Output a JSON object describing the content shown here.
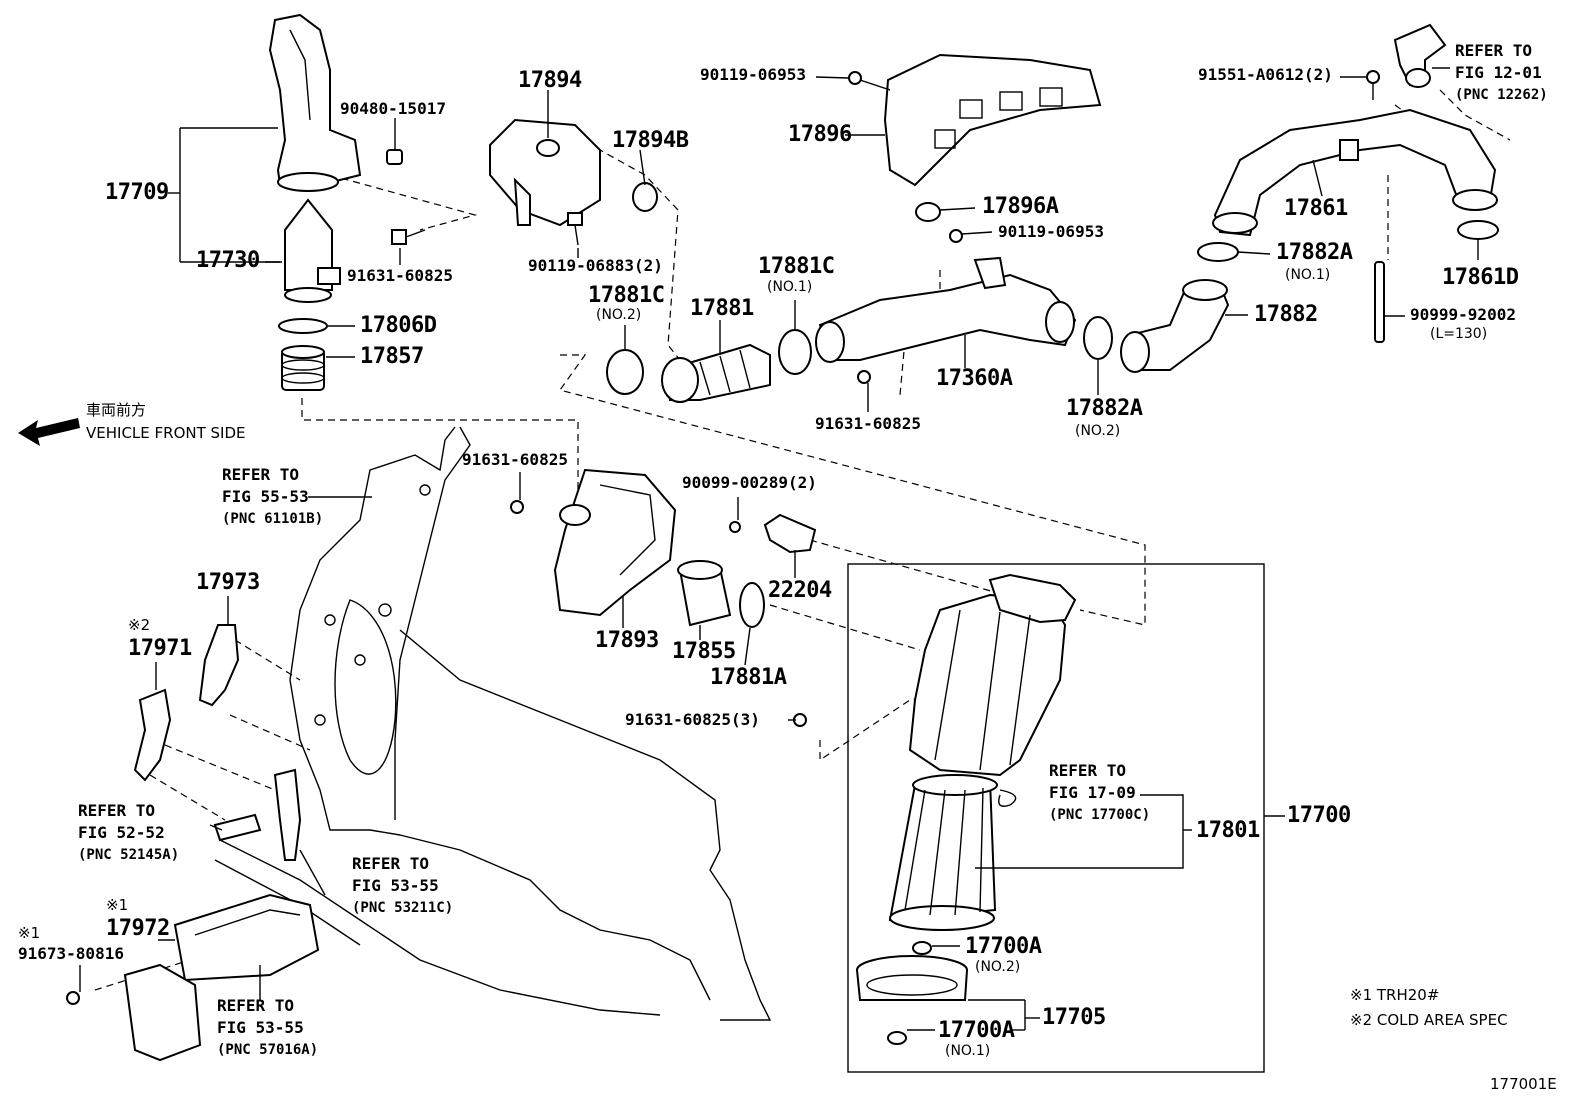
{
  "parts": [
    {
      "id": "p17709",
      "text": "17709"
    },
    {
      "id": "p17730",
      "text": "17730"
    },
    {
      "id": "p90480",
      "text": "90480-15017"
    },
    {
      "id": "p91631a",
      "text": "91631-60825"
    },
    {
      "id": "p17806D",
      "text": "17806D"
    },
    {
      "id": "p17857",
      "text": "17857"
    },
    {
      "id": "p17894",
      "text": "17894"
    },
    {
      "id": "p17894B",
      "text": "17894B"
    },
    {
      "id": "p90119a",
      "text": "90119-06883(2)"
    },
    {
      "id": "p90119b",
      "text": "90119-06953"
    },
    {
      "id": "p17896",
      "text": "17896"
    },
    {
      "id": "p17896A",
      "text": "17896A"
    },
    {
      "id": "p90119c",
      "text": "90119-06953"
    },
    {
      "id": "p91551",
      "text": "91551-A0612(2)"
    },
    {
      "id": "p17861",
      "text": "17861"
    },
    {
      "id": "p17861D",
      "text": "17861D"
    },
    {
      "id": "p17882A1",
      "text": "17882A"
    },
    {
      "id": "p17882",
      "text": "17882"
    },
    {
      "id": "p90999",
      "text": "90999-92002"
    },
    {
      "id": "p17881C1",
      "text": "17881C"
    },
    {
      "id": "p17881C2",
      "text": "17881C"
    },
    {
      "id": "p17881",
      "text": "17881"
    },
    {
      "id": "p17360A",
      "text": "17360A"
    },
    {
      "id": "p17882A2",
      "text": "17882A"
    },
    {
      "id": "p91631b",
      "text": "91631-60825"
    },
    {
      "id": "p91631c",
      "text": "91631-60825"
    },
    {
      "id": "p90099",
      "text": "90099-00289(2)"
    },
    {
      "id": "p22204",
      "text": "22204"
    },
    {
      "id": "p17893",
      "text": "17893"
    },
    {
      "id": "p17855",
      "text": "17855"
    },
    {
      "id": "p17881A",
      "text": "17881A"
    },
    {
      "id": "p91631d",
      "text": "91631-60825(3)"
    },
    {
      "id": "p17973",
      "text": "17973"
    },
    {
      "id": "p17971",
      "text": "17971"
    },
    {
      "id": "p17972",
      "text": "17972"
    },
    {
      "id": "p91673",
      "text": "91673-80816"
    },
    {
      "id": "p17801",
      "text": "17801"
    },
    {
      "id": "p17700",
      "text": "17700"
    },
    {
      "id": "p17700A1",
      "text": "17700A"
    },
    {
      "id": "p17705",
      "text": "17705"
    },
    {
      "id": "p17700A2",
      "text": "17700A"
    }
  ],
  "subs": [
    {
      "id": "s17881C1",
      "text": "(NO.1)"
    },
    {
      "id": "s17881C2",
      "text": "(NO.2)"
    },
    {
      "id": "s17882A1",
      "text": "(NO.1)"
    },
    {
      "id": "s17882A2",
      "text": "(NO.2)"
    },
    {
      "id": "s90999",
      "text": "(L=130)"
    },
    {
      "id": "s17700A1",
      "text": "(NO.2)"
    },
    {
      "id": "s17700A2",
      "text": "(NO.1)"
    }
  ],
  "refs": [
    {
      "id": "r1201",
      "line1": "REFER TO",
      "line2": "FIG 12-01",
      "line3": "(PNC 12262)"
    },
    {
      "id": "r5553",
      "line1": "REFER TO",
      "line2": "FIG 55-53",
      "line3": "(PNC 61101B)"
    },
    {
      "id": "r5252",
      "line1": "REFER TO",
      "line2": "FIG 52-52",
      "line3": "(PNC 52145A)"
    },
    {
      "id": "r5355a",
      "line1": "REFER TO",
      "line2": "FIG 53-55",
      "line3": "(PNC 53211C)"
    },
    {
      "id": "r5355b",
      "line1": "REFER TO",
      "line2": "FIG 53-55",
      "line3": "(PNC 57016A)"
    },
    {
      "id": "r1709",
      "line1": "REFER TO",
      "line2": "FIG 17-09",
      "line3": "(PNC 17700C)"
    }
  ],
  "marks": [
    {
      "id": "m17971",
      "text": "※2"
    },
    {
      "id": "m17972",
      "text": "※1"
    },
    {
      "id": "m91673",
      "text": "※1"
    }
  ],
  "direction": {
    "jp": "車両前方",
    "en": "VEHICLE FRONT SIDE"
  },
  "notes": {
    "n1": "※1 TRH20#",
    "n2": "※2 COLD AREA SPEC"
  },
  "figure_id": "177001E"
}
